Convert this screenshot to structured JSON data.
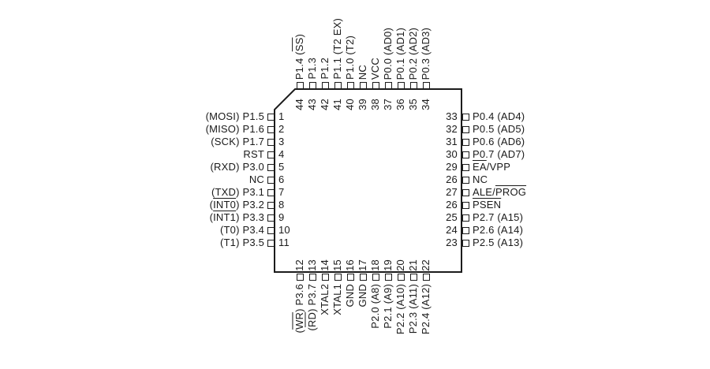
{
  "colors": {
    "ink": "#1a1a1a",
    "background": "#ffffff"
  },
  "pins": {
    "left": [
      {
        "num": "1",
        "segments": [
          {
            "t": "(MOSI) P1.5",
            "ov": false
          }
        ]
      },
      {
        "num": "2",
        "segments": [
          {
            "t": "(MISO) P1.6",
            "ov": false
          }
        ]
      },
      {
        "num": "3",
        "segments": [
          {
            "t": "(SCK) P1.7",
            "ov": false
          }
        ]
      },
      {
        "num": "4",
        "segments": [
          {
            "t": "RST",
            "ov": false
          }
        ]
      },
      {
        "num": "5",
        "segments": [
          {
            "t": "(RXD) P3.0",
            "ov": false
          }
        ]
      },
      {
        "num": "6",
        "segments": [
          {
            "t": "NC",
            "ov": false
          }
        ]
      },
      {
        "num": "7",
        "segments": [
          {
            "t": "(TXD) P3.1",
            "ov": false
          }
        ]
      },
      {
        "num": "8",
        "segments": [
          {
            "t": "(",
            "ov": false
          },
          {
            "t": "INT0",
            "ov": true
          },
          {
            "t": ") P3.2",
            "ov": false
          }
        ]
      },
      {
        "num": "9",
        "segments": [
          {
            "t": "(",
            "ov": false
          },
          {
            "t": "INT1",
            "ov": true
          },
          {
            "t": ") P3.3",
            "ov": false
          }
        ]
      },
      {
        "num": "10",
        "segments": [
          {
            "t": "(T0) P3.4",
            "ov": false
          }
        ]
      },
      {
        "num": "11",
        "segments": [
          {
            "t": "(T1) P3.5",
            "ov": false
          }
        ]
      }
    ],
    "top": [
      {
        "num": "44",
        "segments": [
          {
            "t": "P1.4 (",
            "ov": false
          },
          {
            "t": "SS",
            "ov": true
          },
          {
            "t": ")",
            "ov": false
          }
        ]
      },
      {
        "num": "43",
        "segments": [
          {
            "t": "P1.3",
            "ov": false
          }
        ]
      },
      {
        "num": "42",
        "segments": [
          {
            "t": "P1.2",
            "ov": false
          }
        ]
      },
      {
        "num": "41",
        "segments": [
          {
            "t": "P1.1 (T2 EX)",
            "ov": false
          }
        ]
      },
      {
        "num": "40",
        "segments": [
          {
            "t": "P1.0 (T2)",
            "ov": false
          }
        ]
      },
      {
        "num": "39",
        "segments": [
          {
            "t": "NC",
            "ov": false
          }
        ]
      },
      {
        "num": "38",
        "segments": [
          {
            "t": "VCC",
            "ov": false
          }
        ]
      },
      {
        "num": "37",
        "segments": [
          {
            "t": "P0.0 (AD0)",
            "ov": false
          }
        ]
      },
      {
        "num": "36",
        "segments": [
          {
            "t": "P0.1 (AD1)",
            "ov": false
          }
        ]
      },
      {
        "num": "35",
        "segments": [
          {
            "t": "P0.2 (AD2)",
            "ov": false
          }
        ]
      },
      {
        "num": "34",
        "segments": [
          {
            "t": "P0.3 (AD3)",
            "ov": false
          }
        ]
      }
    ],
    "right": [
      {
        "num": "33",
        "segments": [
          {
            "t": "P0.4 (AD4)",
            "ov": false
          }
        ]
      },
      {
        "num": "32",
        "segments": [
          {
            "t": "P0.5 (AD5)",
            "ov": false
          }
        ]
      },
      {
        "num": "31",
        "segments": [
          {
            "t": "P0.6 (AD6)",
            "ov": false
          }
        ]
      },
      {
        "num": "30",
        "segments": [
          {
            "t": "P0.7 (AD7)",
            "ov": false
          }
        ]
      },
      {
        "num": "29",
        "segments": [
          {
            "t": "EA",
            "ov": true
          },
          {
            "t": "/VPP",
            "ov": false
          }
        ]
      },
      {
        "num": "26",
        "segments": [
          {
            "t": "NC",
            "ov": false
          }
        ]
      },
      {
        "num": "27",
        "segments": [
          {
            "t": "ALE/",
            "ov": false
          },
          {
            "t": "PROG",
            "ov": true
          }
        ]
      },
      {
        "num": "26",
        "segments": [
          {
            "t": "PSEN",
            "ov": true
          }
        ]
      },
      {
        "num": "25",
        "segments": [
          {
            "t": "P2.7 (A15)",
            "ov": false
          }
        ]
      },
      {
        "num": "24",
        "segments": [
          {
            "t": "P2.6 (A14)",
            "ov": false
          }
        ]
      },
      {
        "num": "23",
        "segments": [
          {
            "t": "P2.5 (A13)",
            "ov": false
          }
        ]
      }
    ],
    "bottom": [
      {
        "num": "12",
        "segments": [
          {
            "t": "(",
            "ov": false
          },
          {
            "t": "WR",
            "ov": true
          },
          {
            "t": ") P3.6",
            "ov": false
          }
        ]
      },
      {
        "num": "13",
        "segments": [
          {
            "t": "(",
            "ov": false
          },
          {
            "t": "RD",
            "ov": true
          },
          {
            "t": ") P3.7",
            "ov": false
          }
        ]
      },
      {
        "num": "14",
        "segments": [
          {
            "t": "XTAL2",
            "ov": false
          }
        ]
      },
      {
        "num": "15",
        "segments": [
          {
            "t": "XTAL1",
            "ov": false
          }
        ]
      },
      {
        "num": "16",
        "segments": [
          {
            "t": "GND",
            "ov": false
          }
        ]
      },
      {
        "num": "17",
        "segments": [
          {
            "t": "GND",
            "ov": false
          }
        ]
      },
      {
        "num": "18",
        "segments": [
          {
            "t": "P2.0 (A8)",
            "ov": false
          }
        ]
      },
      {
        "num": "19",
        "segments": [
          {
            "t": "P2.1 (A9)",
            "ov": false
          }
        ]
      },
      {
        "num": "20",
        "segments": [
          {
            "t": "P2.2 (A10)",
            "ov": false
          }
        ]
      },
      {
        "num": "21",
        "segments": [
          {
            "t": "P2.3 (A11)",
            "ov": false
          }
        ]
      },
      {
        "num": "22",
        "segments": [
          {
            "t": "P2.4 (A12)",
            "ov": false
          }
        ]
      }
    ]
  }
}
